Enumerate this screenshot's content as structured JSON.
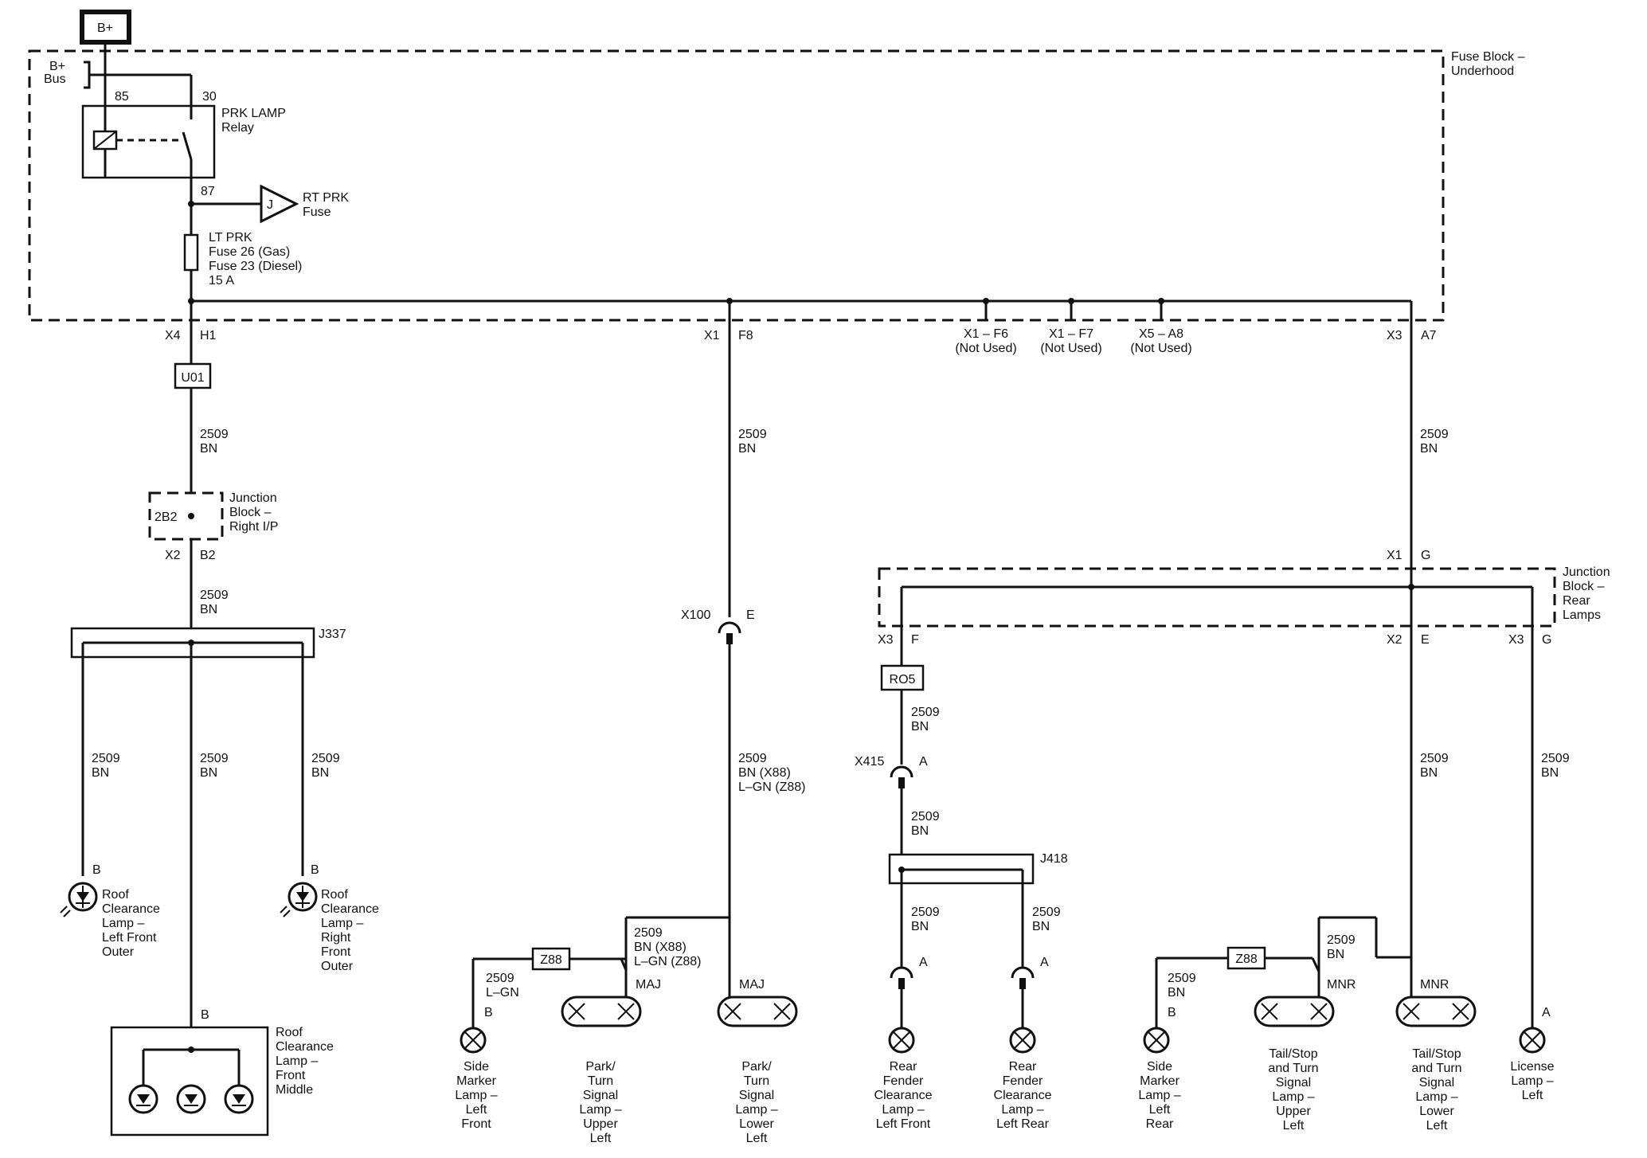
{
  "power": {
    "bplus": "B+",
    "bus_line1": "B+",
    "bus_line2": "Bus"
  },
  "fuse_block": {
    "line1": "Fuse Block –",
    "line2": "Underhood"
  },
  "relay": {
    "pin85": "85",
    "pin30": "30",
    "line1": "PRK LAMP",
    "line2": "Relay",
    "pin87": "87"
  },
  "rt_prk": {
    "connector": "J",
    "line1": "RT PRK",
    "line2": "Fuse"
  },
  "lt_prk_fuse": {
    "line1": "LT PRK",
    "line2": "Fuse 26 (Gas)",
    "line3": "Fuse 23 (Diesel)",
    "line4": "15 A"
  },
  "outputs": {
    "x4": "X4",
    "h1": "H1",
    "x1": "X1",
    "f8": "F8",
    "f6_l1": "X1 – F6",
    "f6_l2": "(Not Used)",
    "f7_l1": "X1 – F7",
    "f7_l2": "(Not Used)",
    "a8_l1": "X5 – A8",
    "a8_l2": "(Not Used)",
    "x3": "X3",
    "a7": "A7"
  },
  "wire": {
    "circuit": "2509",
    "color": "BN",
    "lgn": "L–GN",
    "bn_x88": "BN (X88)",
    "lgn_z88": "L–GN (Z88)"
  },
  "connectors": {
    "u01": "U01",
    "b2b2": "2B2",
    "x2": "X2",
    "b2": "B2",
    "j337": "J337",
    "x100": "X100",
    "e": "E",
    "z88": "Z88",
    "maj": "MAJ",
    "mnr": "MNR",
    "ro5": "RO5",
    "x415": "X415",
    "a": "A",
    "j418": "J418",
    "x1": "X1",
    "g": "G",
    "x3": "X3",
    "f": "F",
    "b": "B"
  },
  "junction_ip": {
    "line1": "Junction",
    "line2": "Block –",
    "line3": "Right I/P"
  },
  "junction_rear": {
    "line1": "Junction",
    "line2": "Block –",
    "line3": "Rear",
    "line4": "Lamps"
  },
  "lamps": {
    "roof_lf": [
      "Roof",
      "Clearance",
      "Lamp –",
      "Left Front",
      "Outer"
    ],
    "roof_rf": [
      "Roof",
      "Clearance",
      "Lamp –",
      "Right",
      "Front",
      "Outer"
    ],
    "roof_mid": [
      "Roof",
      "Clearance",
      "Lamp –",
      "Front",
      "Middle"
    ],
    "side_lf": [
      "Side",
      "Marker",
      "Lamp –",
      "Left",
      "Front"
    ],
    "park_ul": [
      "Park/",
      "Turn",
      "Signal",
      "Lamp –",
      "Upper",
      "Left"
    ],
    "park_ll": [
      "Park/",
      "Turn",
      "Signal",
      "Lamp –",
      "Lower",
      "Left"
    ],
    "rear_fender_lf": [
      "Rear",
      "Fender",
      "Clearance",
      "Lamp –",
      "Left Front"
    ],
    "rear_fender_lr": [
      "Rear",
      "Fender",
      "Clearance",
      "Lamp –",
      "Left Rear"
    ],
    "side_lr": [
      "Side",
      "Marker",
      "Lamp –",
      "Left",
      "Rear"
    ],
    "tail_ul": [
      "Tail/Stop",
      "and Turn",
      "Signal",
      "Lamp –",
      "Upper",
      "Left"
    ],
    "tail_ll": [
      "Tail/Stop",
      "and Turn",
      "Signal",
      "Lamp –",
      "Lower",
      "Left"
    ],
    "license": [
      "License",
      "Lamp –",
      "Left"
    ]
  }
}
